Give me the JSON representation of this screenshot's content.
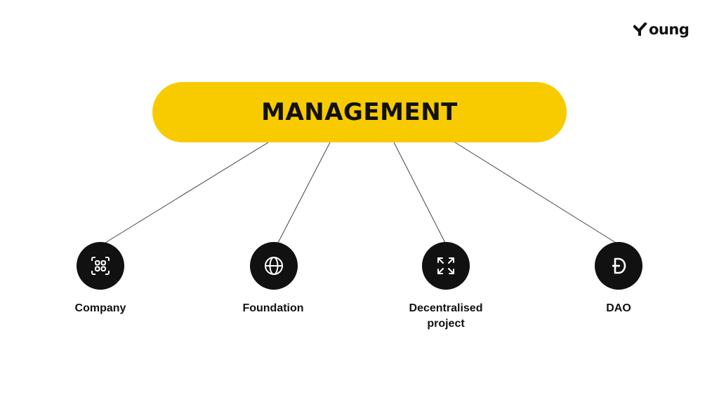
{
  "brand": {
    "logo_text": "oung",
    "logo_mark_icon": "check-y-icon"
  },
  "colors": {
    "accent": "#F8CB00",
    "dark": "#111111",
    "line": "#444444",
    "background": "#FFFFFF"
  },
  "root": {
    "label": "MANAGEMENT"
  },
  "children": [
    {
      "label": "Company",
      "icon": "company-grid-icon"
    },
    {
      "label": "Foundation",
      "icon": "globe-icon"
    },
    {
      "label": "Decentralised project",
      "icon": "expand-arrows-icon"
    },
    {
      "label": "DAO",
      "icon": "dogecoin-d-icon"
    }
  ]
}
